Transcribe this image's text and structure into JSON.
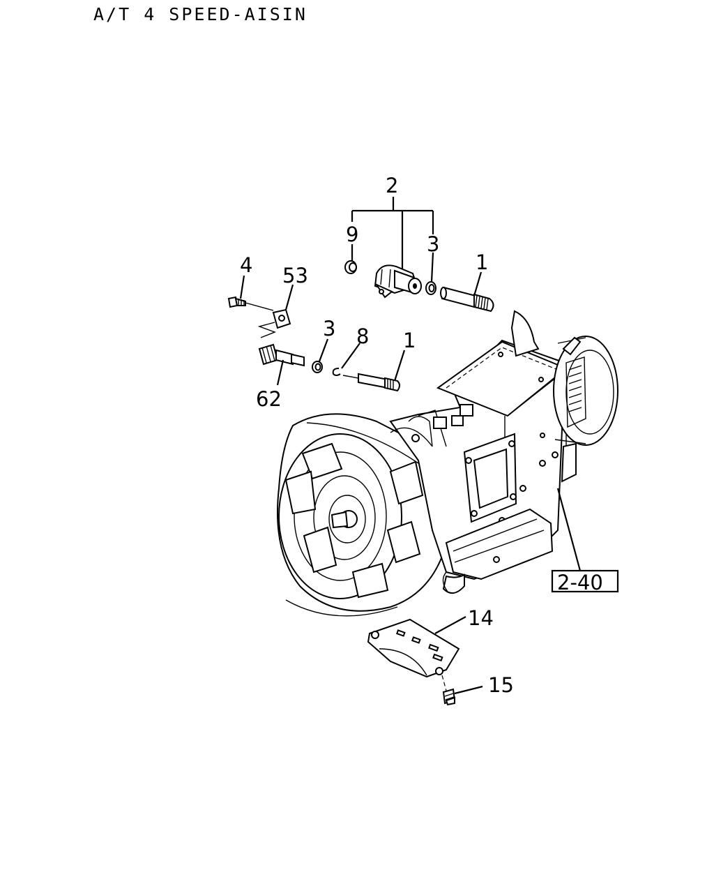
{
  "title": "A/T 4 SPEED-AISIN",
  "callouts": {
    "c2": "2",
    "c9": "9",
    "c3a": "3",
    "c1a": "1",
    "c4": "4",
    "c53": "53",
    "c3b": "3",
    "c8": "8",
    "c1b": "1",
    "c62": "62",
    "c14": "14",
    "c15": "15",
    "ref": "2-40"
  }
}
